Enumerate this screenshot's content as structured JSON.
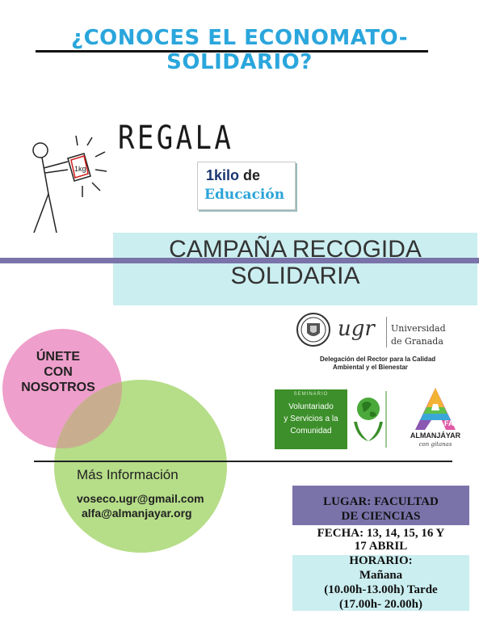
{
  "title": "¿CONOCES EL ECONOMATO-SOLIDARIO?",
  "regala": "REGALA",
  "kilo_badge": {
    "one_kilo": "1kilo",
    "de": "de",
    "educacion": "Educación"
  },
  "figure_bag_label": "1kg",
  "campaign": {
    "line1": "CAMPAÑA RECOGIDA",
    "line2": "SOLIDARIA"
  },
  "join": {
    "line1": "ÚNETE",
    "line2": "CON",
    "line3": "NOSOTROS"
  },
  "more_info": {
    "title": "Más Información",
    "email1": "voseco.ugr@gmail.com",
    "email2": "alfa@almanjayar.org"
  },
  "ugr": {
    "logo_text": "ugr",
    "university_line1": "Universidad",
    "university_line2": "de Granada",
    "delegation_line1": "Delegación del Rector para la Calidad",
    "delegation_line2": "Ambiental  y el Bienestar"
  },
  "voluntariado": {
    "small": "SEMINARIO",
    "line1": "Voluntariado",
    "line2": "y Servicios a la",
    "line3": "Comunidad"
  },
  "alfa": {
    "logo_letter": "A",
    "name": "ALFA",
    "org": "ALMANJÁYAR",
    "tagline": "con gitanas"
  },
  "event": {
    "lugar_line1": "LUGAR: FACULTAD",
    "lugar_line2": "DE  CIENCIAS",
    "fecha_line1": "FECHA: 13, 14, 15, 16 Y",
    "fecha_line2": "17  ABRIL",
    "horario": "HORARIO:",
    "manana": "Mañana",
    "time_line1": "(10.00h-13.00h)  Tarde",
    "time_line2": "(17.00h-  20.00h)"
  },
  "colors": {
    "title_blue": "#2aa6dc",
    "purple": "#7a73aa",
    "light_teal": "#cbeef0",
    "pink": "#ee9fcb",
    "green": "#b6dd88",
    "vol_green": "#3c8f2a"
  }
}
